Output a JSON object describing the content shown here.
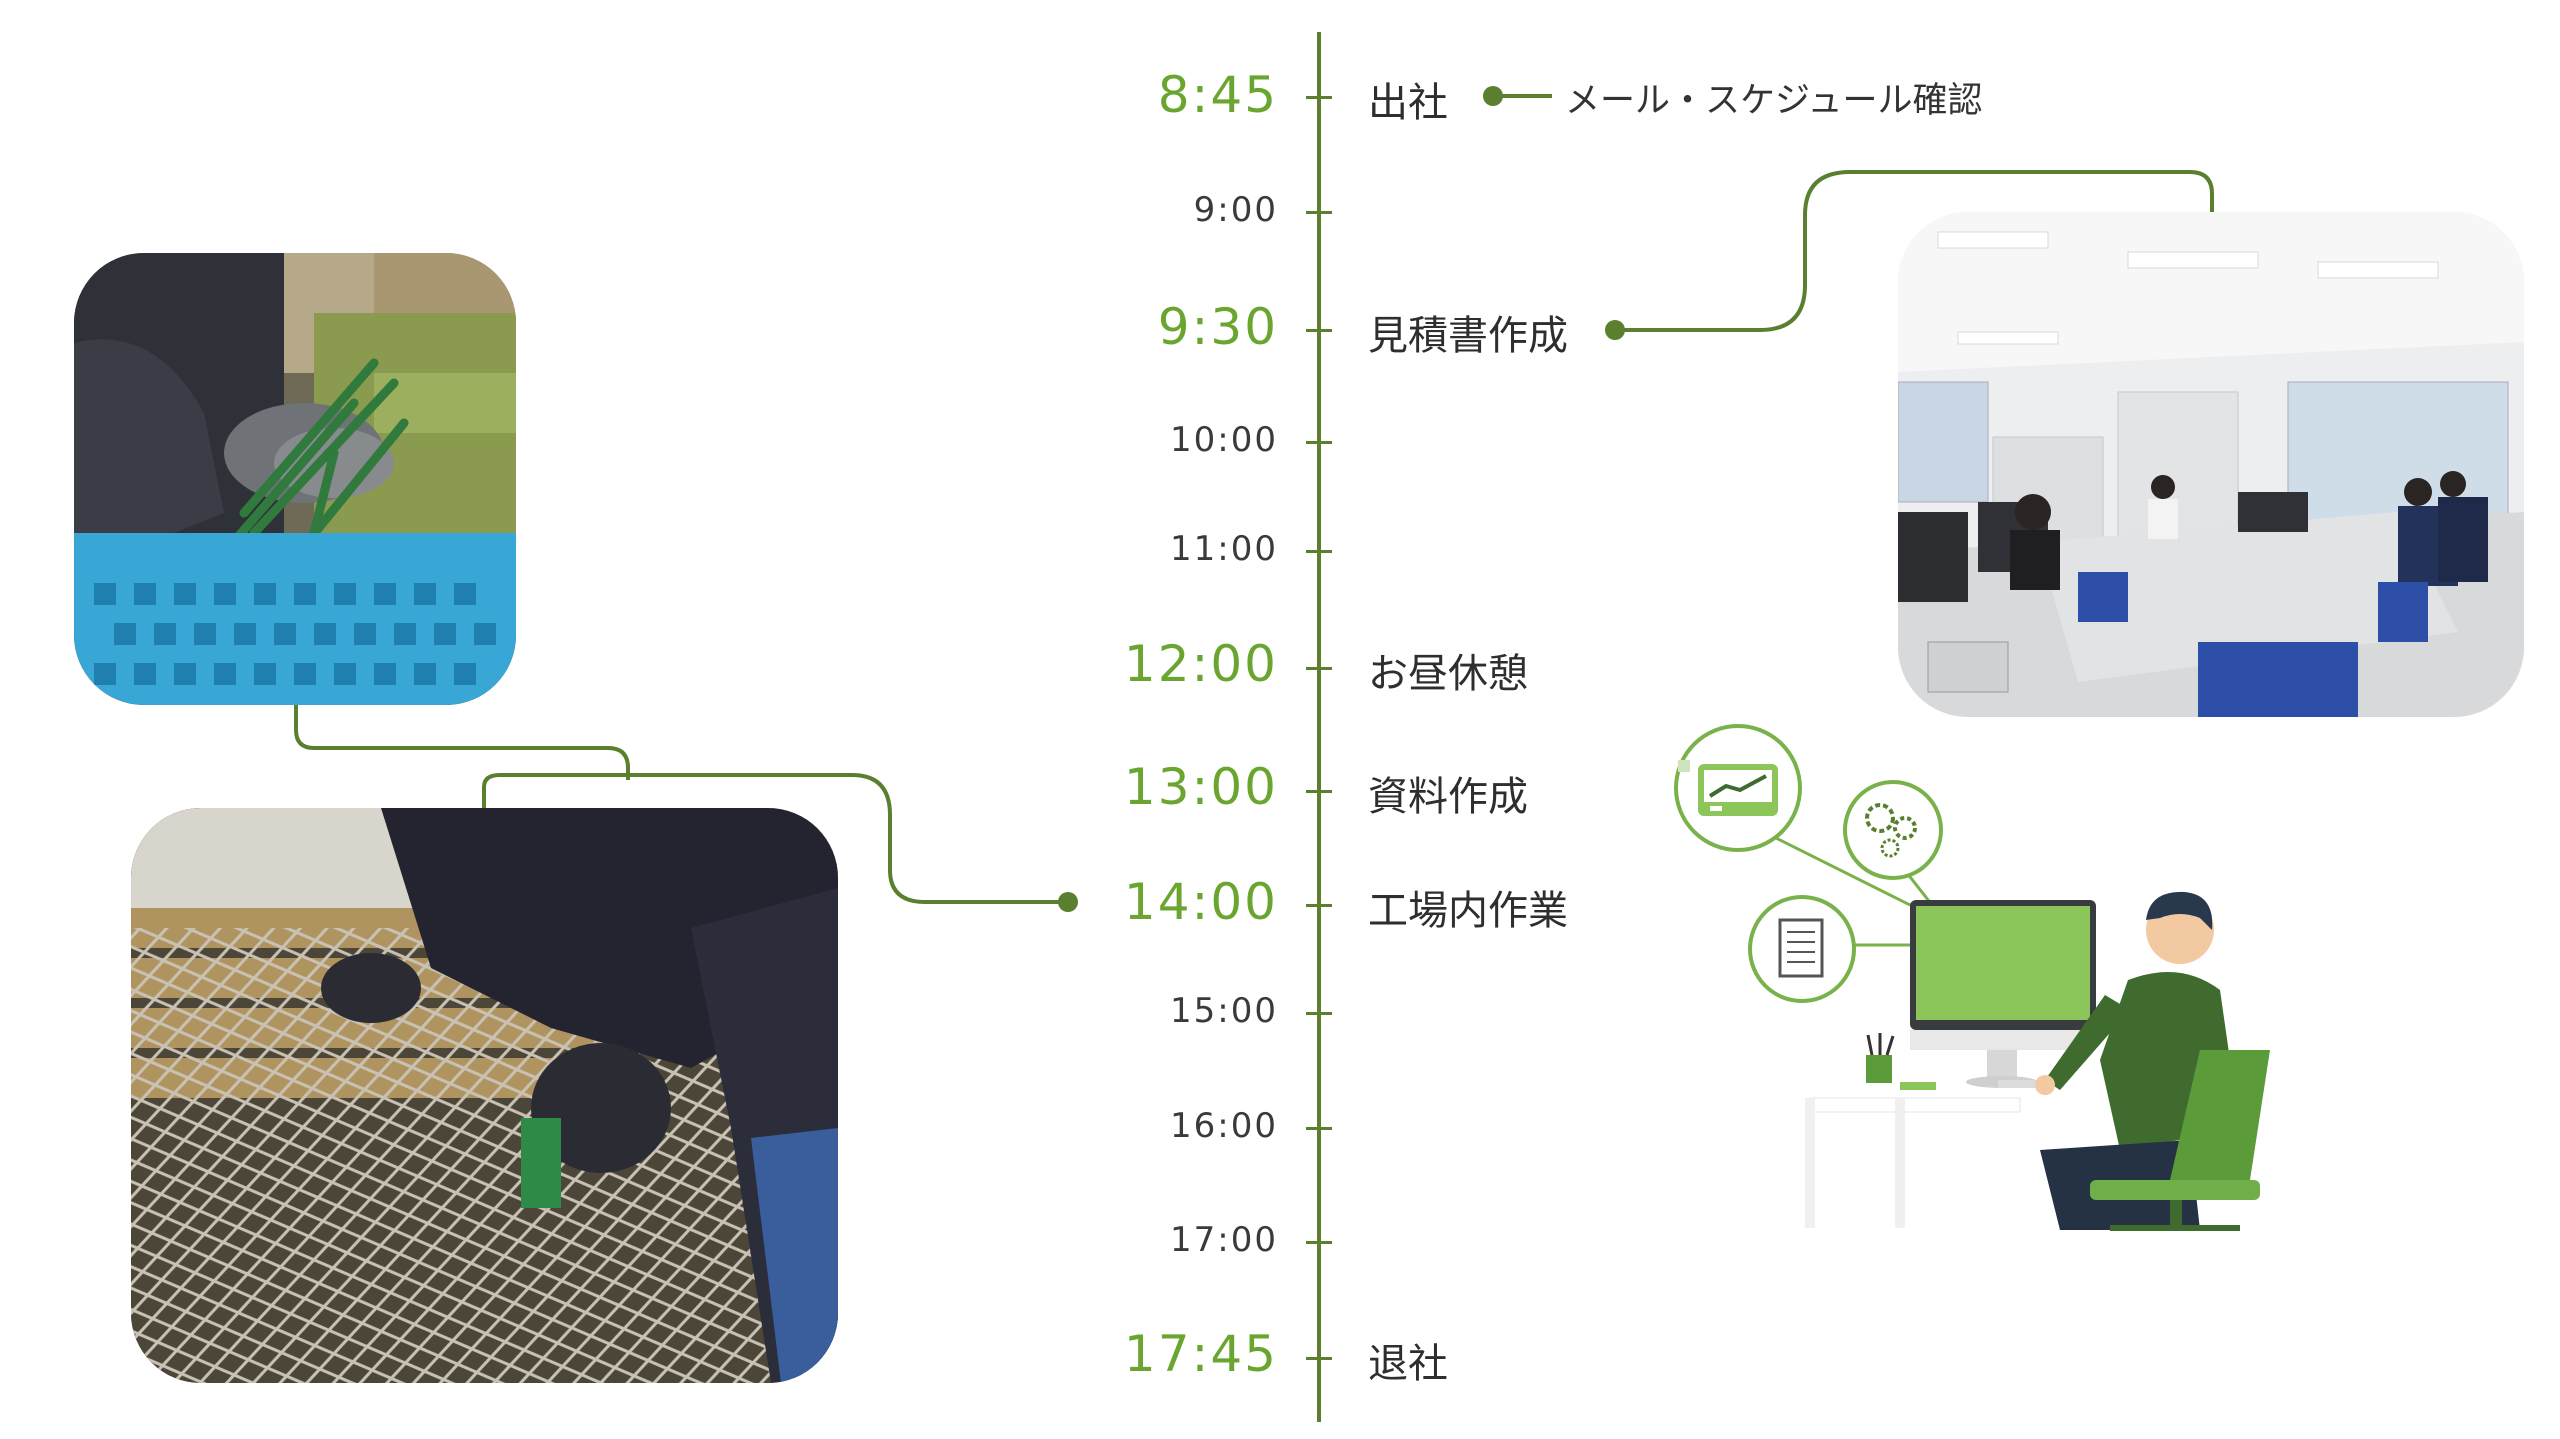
{
  "schedule": [
    {
      "time": "8:45",
      "type": "major",
      "event": "出社",
      "note": "メール・スケジュール確認"
    },
    {
      "time": "9:00",
      "type": "minor",
      "event": ""
    },
    {
      "time": "9:30",
      "type": "major",
      "event": "見積書作成"
    },
    {
      "time": "10:00",
      "type": "minor",
      "event": ""
    },
    {
      "time": "11:00",
      "type": "minor",
      "event": ""
    },
    {
      "time": "12:00",
      "type": "major",
      "event": "お昼休憩"
    },
    {
      "time": "13:00",
      "type": "major",
      "event": "資料作成"
    },
    {
      "time": "14:00",
      "type": "major",
      "event": "工場内作業"
    },
    {
      "time": "15:00",
      "type": "minor",
      "event": ""
    },
    {
      "time": "16:00",
      "type": "minor",
      "event": ""
    },
    {
      "time": "17:00",
      "type": "minor",
      "event": ""
    },
    {
      "time": "17:45",
      "type": "major",
      "event": "退社"
    }
  ],
  "colors": {
    "accent": "#6aa530",
    "line": "#5a7f2f",
    "dark_green": "#3f6b2f"
  }
}
